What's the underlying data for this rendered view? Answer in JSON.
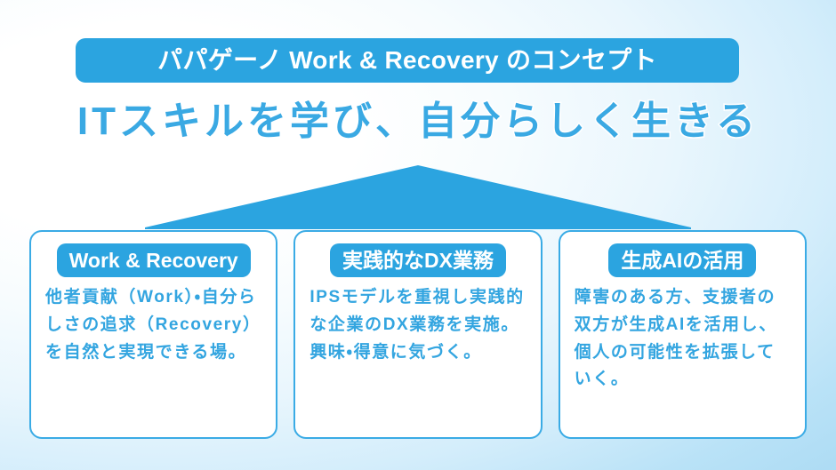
{
  "slide": {
    "banner": {
      "label": "パパゲーノ Work & Recovery のコンセプト"
    },
    "headline": {
      "text": "ITスキルを学び、自分らしく生きる"
    },
    "arrow": {
      "icon": "up-arrow-icon",
      "direction": "up"
    },
    "cards": [
      {
        "title": "Work & Recovery",
        "body": "他者貢献（Work）・自分らしさの追求（Recovery）を自然と実現できる場。"
      },
      {
        "title": "実践的なDX業務",
        "body": "IPSモデルを重視し実践的な企業のDX業務を実施。興味・得意に気づく。"
      },
      {
        "title": "生成AIの活用",
        "body": "障害のある方、支援者の双方が生成AIを活用し、個人の可能性を拡張していく。"
      }
    ],
    "colors": {
      "accent": "#2ba4e0",
      "accent_light": "#3aabe5",
      "text_blue": "#33a5e0",
      "headline_blue": "#3aa9e3",
      "card_bg": "#ffffff",
      "bg_light": "#ffffff",
      "bg_blue": "#a3d6f1"
    }
  }
}
